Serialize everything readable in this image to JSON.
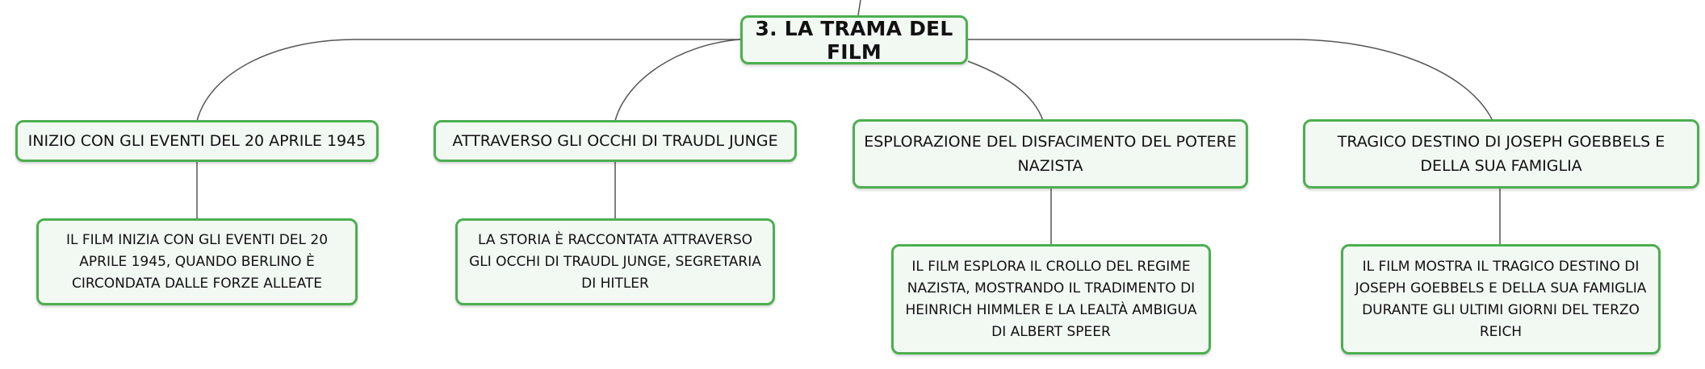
{
  "colors": {
    "node_border": "#4caf50",
    "node_fill": "#f2f9f3",
    "connector": "#555555"
  },
  "root": {
    "label": "3. LA TRAMA DEL FILM"
  },
  "topics": [
    {
      "label": "INIZIO CON GLI EVENTI DEL 20 APRILE 1945",
      "detail": "IL FILM INIZIA CON GLI EVENTI DEL 20 APRILE 1945, QUANDO BERLINO È CIRCONDATA DALLE FORZE ALLEATE"
    },
    {
      "label": "ATTRAVERSO GLI OCCHI DI TRAUDL JUNGE",
      "detail": "LA STORIA È RACCONTATA ATTRAVERSO GLI OCCHI DI TRAUDL JUNGE, SEGRETARIA DI HITLER"
    },
    {
      "label": "ESPLORAZIONE DEL DISFACIMENTO DEL POTERE NAZISTA",
      "detail": "IL FILM ESPLORA IL CROLLO DEL REGIME NAZISTA, MOSTRANDO IL TRADIMENTO DI HEINRICH HIMMLER E LA LEALTÀ AMBIGUA DI ALBERT SPEER"
    },
    {
      "label": "TRAGICO DESTINO DI JOSEPH GOEBBELS E DELLA SUA FAMIGLIA",
      "detail": "IL FILM MOSTRA IL TRAGICO DESTINO DI JOSEPH GOEBBELS E DELLA SUA FAMIGLIA DURANTE GLI ULTIMI GIORNI DEL TERZO REICH"
    }
  ]
}
